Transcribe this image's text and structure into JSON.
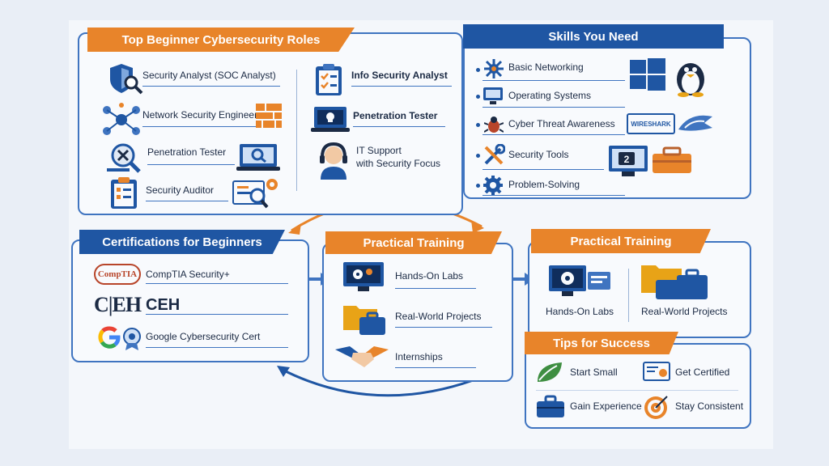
{
  "roles": {
    "title": "Top Beginner Cybersecurity Roles",
    "left": [
      "Security Analyst (SOC Analyst)",
      "Network Security Engineer",
      "Penetration Tester",
      "Security Auditor"
    ],
    "right": [
      "Info Security Analyst",
      "Penetration Tester",
      "IT Support",
      "with Security Focus"
    ]
  },
  "skills": {
    "title": "Skills You Need",
    "items": [
      "Basic Networking",
      "Operating Systems",
      "Cyber Threat Awareness",
      "Security Tools",
      "Problem-Solving"
    ],
    "wireshark": "WIRESHARK"
  },
  "certs": {
    "title": "Certifications for Beginners",
    "items": [
      "CompTIA Security+",
      "CEH",
      "Google Cybersecurity Cert"
    ],
    "comptia_logo": "CompTIA",
    "ceh_logo": "C|EH"
  },
  "training_center": {
    "title": "Practical Training",
    "items": [
      "Hands-On Labs",
      "Real-World Projects",
      "Internships"
    ]
  },
  "training_right": {
    "title": "Practical Training",
    "items": [
      "Hands-On Labs",
      "Real-World Projects"
    ]
  },
  "tips": {
    "title": "Tips for Success",
    "items": [
      "Start Small",
      "Get Certified",
      "Gain Experience",
      "Stay Consistent"
    ]
  },
  "colors": {
    "blue": "#1f56a3",
    "orange": "#e8842a",
    "border": "#3f74c0"
  }
}
